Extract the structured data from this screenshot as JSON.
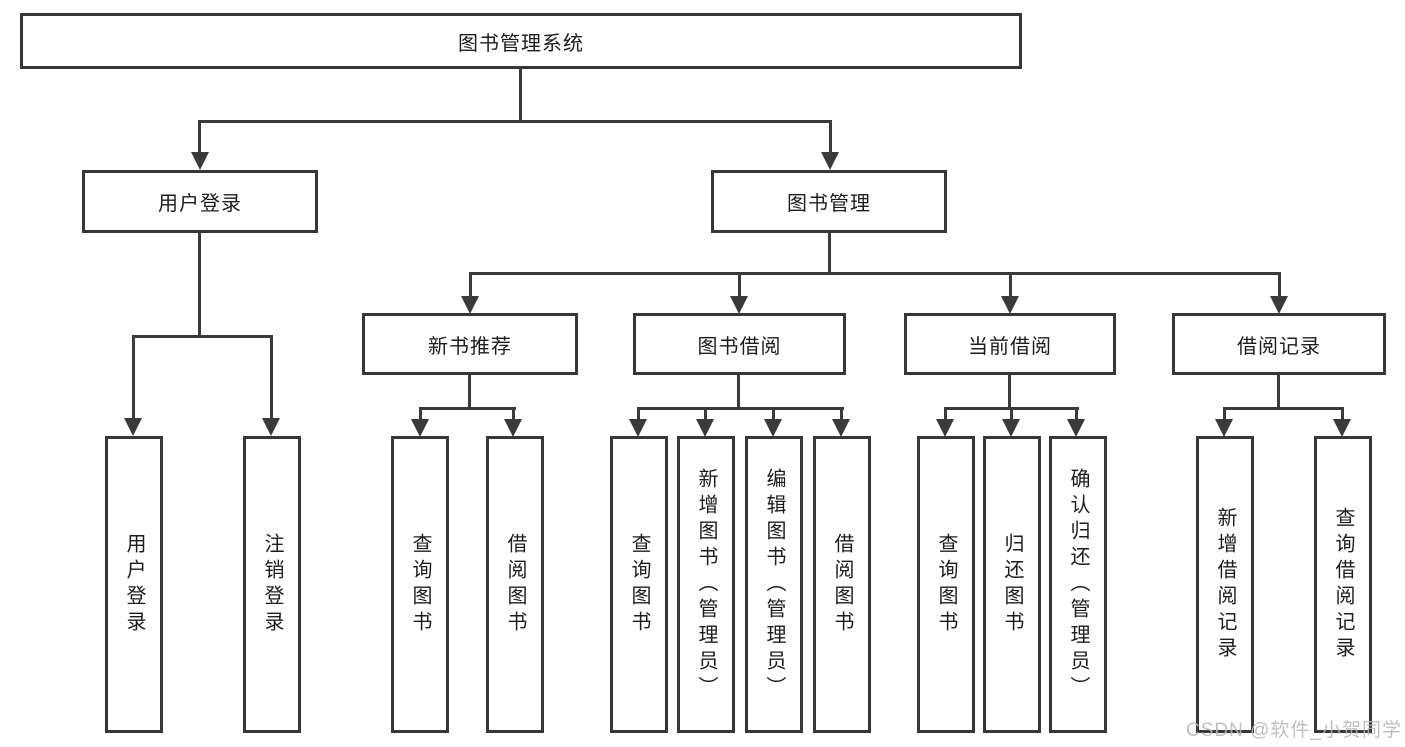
{
  "diagram": {
    "root": "图书管理系统",
    "login": {
      "label": "用户登录",
      "children": [
        "用户登录",
        "注销登录"
      ]
    },
    "mgmt": {
      "label": "图书管理"
    },
    "sections": [
      {
        "label": "新书推荐",
        "children": [
          "查询图书",
          "借阅图书"
        ]
      },
      {
        "label": "图书借阅",
        "children": [
          "查询图书",
          "新增图书（管理员）",
          "编辑图书（管理员）",
          "借阅图书"
        ]
      },
      {
        "label": "当前借阅",
        "children": [
          "查询图书",
          "归还图书",
          "确认归还（管理员）"
        ]
      },
      {
        "label": "借阅记录",
        "children": [
          "新增借阅记录",
          "查询借阅记录"
        ]
      }
    ],
    "colors": {
      "line": "#3a3a3a",
      "box_border": "#373737",
      "text": "#1d1d1d",
      "background": "#ffffff",
      "watermark": "#b9b9b9"
    }
  },
  "watermark": {
    "text": "CSDN @软件_小贺同学"
  }
}
